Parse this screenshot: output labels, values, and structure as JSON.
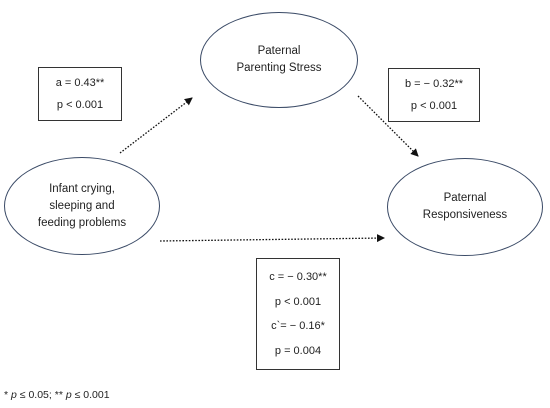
{
  "nodes": {
    "mediator": {
      "line1": "Paternal",
      "line2": "Parenting Stress"
    },
    "predictor": {
      "line1": "Infant crying,",
      "line2": "sleeping and",
      "line3": "feeding problems"
    },
    "outcome": {
      "line1": "Paternal",
      "line2": "Responsiveness"
    }
  },
  "paths": {
    "a": {
      "coef": "a = 0.43**",
      "p": "p < 0.001"
    },
    "b": {
      "coef": "b = − 0.32**",
      "p": "p < 0.001"
    },
    "c": {
      "total": "c = − 0.30**",
      "total_p": "p < 0.001",
      "direct": "c`= − 0.16*",
      "direct_p": "p = 0.004"
    }
  },
  "footnote": {
    "sym1": "* ",
    "p1": "p",
    "t1": " ≤ 0.05; ** ",
    "p2": "p",
    "t2": " ≤ 0.001"
  }
}
